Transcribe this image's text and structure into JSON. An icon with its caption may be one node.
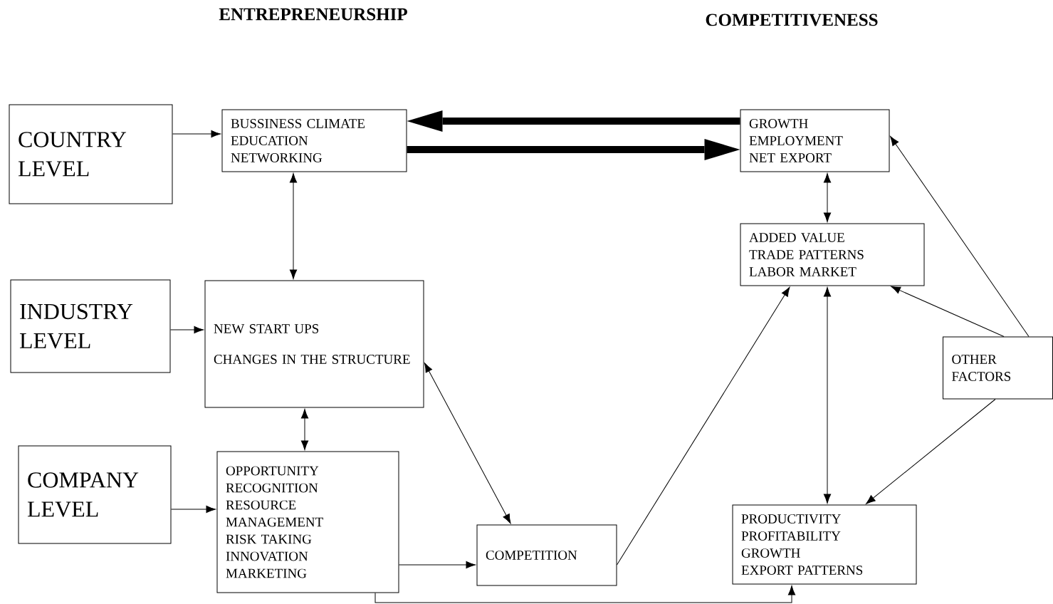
{
  "diagram": {
    "nodes": [
      {
        "text": [
          "COUNTRY LEVEL"
        ]
      },
      {
        "text": [
          "BUSSINESS CLIMATE",
          "EDUCATION",
          "NETWORKING"
        ]
      },
      {
        "text": [
          "GROWTH",
          "EMPLOYMENT",
          "NET EXPORT"
        ]
      },
      {
        "text": [
          "ADDED VALUE",
          "TRADE PATTERNS",
          "LABOR MARKET"
        ]
      },
      {
        "text": [
          "INDUSTRY LEVEL"
        ]
      },
      {
        "text": [
          "NEW START UPS",
          "CHANGES IN THE STRUCTURE"
        ]
      },
      {
        "text": [
          "OTHER FACTORS"
        ]
      },
      {
        "text": [
          "COMPANY LEVEL"
        ]
      },
      {
        "text": [
          "OPPORTUNITY RECOGNITION",
          "RESOURCE MANAGEMENT",
          "RISK TAKING",
          "INNOVATION",
          "MARKETING"
        ]
      },
      {
        "text": [
          "COMPETITION"
        ]
      },
      {
        "text": [
          "PRODUCTIVITY",
          "PROFITABILITY",
          "GROWTH",
          "EXPORT PATTERNS"
        ]
      }
    ],
    "edges": [
      {
        "from": 0,
        "to": 1,
        "arrow": "to"
      },
      {
        "from": 2,
        "to": 1,
        "arrow": "to",
        "style": "thick"
      },
      {
        "from": 1,
        "to": 2,
        "arrow": "to",
        "style": "thick"
      },
      {
        "from": 1,
        "to": 5,
        "arrow": "both"
      },
      {
        "from": 2,
        "to": 3,
        "arrow": "both"
      },
      {
        "from": 4,
        "to": 5,
        "arrow": "to"
      },
      {
        "from": 5,
        "to": 9,
        "arrow": "both"
      },
      {
        "from": 5,
        "to": 8,
        "arrow": "both"
      },
      {
        "from": 7,
        "to": 8,
        "arrow": "to"
      },
      {
        "from": 8,
        "to": 9,
        "arrow": "to"
      },
      {
        "from": 9,
        "to": 3,
        "arrow": "to"
      },
      {
        "from": 10,
        "to": 3,
        "arrow": "both"
      },
      {
        "from": 6,
        "to": 3,
        "arrow": "to"
      },
      {
        "from": 6,
        "to": 2,
        "arrow": "to"
      },
      {
        "from": 6,
        "to": 10,
        "arrow": "to"
      },
      {
        "from": 8,
        "to": 10,
        "arrow": "to"
      }
    ],
    "labels": [
      "ENTREPRENEURSHIP",
      "COMPETITIVENESS"
    ]
  }
}
